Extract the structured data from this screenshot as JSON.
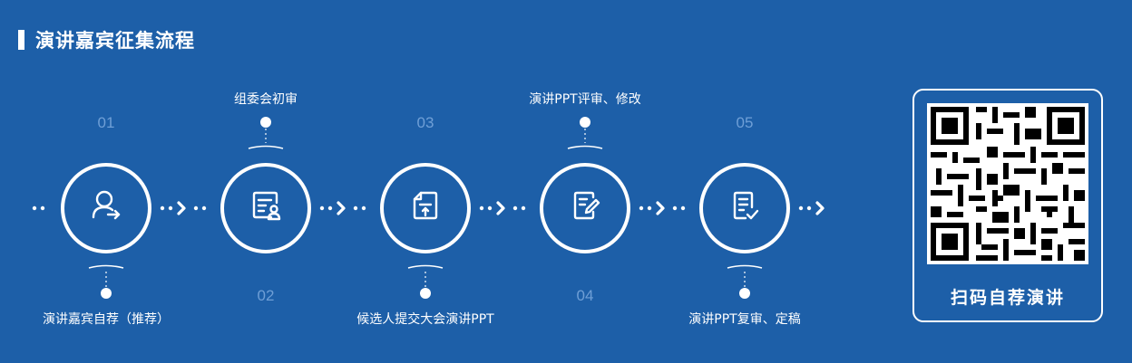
{
  "header": {
    "title": "演讲嘉宾征集流程"
  },
  "steps": [
    {
      "number": "01",
      "label": "演讲嘉宾自荐（推荐）",
      "label_position": "bottom",
      "icon": "user-arrow-icon"
    },
    {
      "number": "02",
      "label": "组委会初审",
      "label_position": "top",
      "icon": "review-card-icon"
    },
    {
      "number": "03",
      "label": "候选人提交大会演讲PPT",
      "label_position": "bottom",
      "icon": "document-upload-icon"
    },
    {
      "number": "04",
      "label": "演讲PPT评审、修改",
      "label_position": "top",
      "icon": "edit-note-icon"
    },
    {
      "number": "05",
      "label": "演讲PPT复审、定稿",
      "label_position": "bottom",
      "icon": "checklist-icon"
    }
  ],
  "qr": {
    "caption": "扫码自荐演讲",
    "icon": "qr-code-icon"
  },
  "colors": {
    "background": "#1d5fa8",
    "number": "#6f9fd6",
    "foreground": "#ffffff"
  }
}
